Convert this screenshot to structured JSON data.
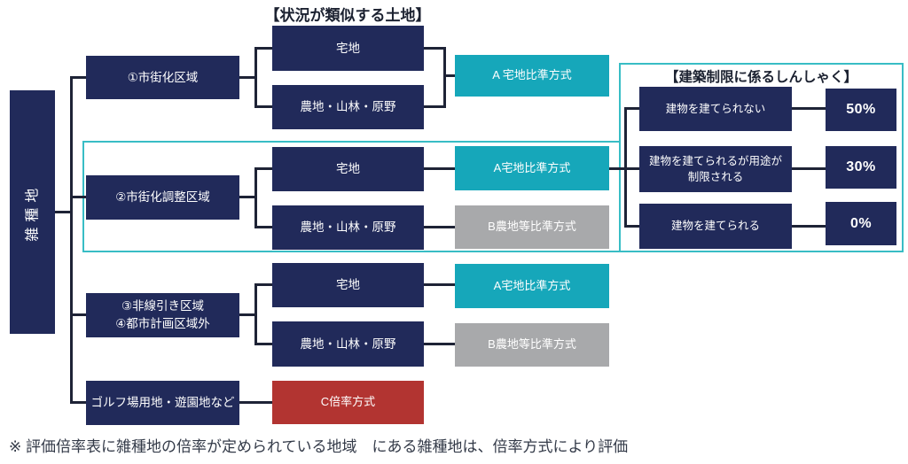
{
  "header": {
    "similar_land_title": "【状況が類似する土地】"
  },
  "root_label": "雑種地",
  "categories": {
    "c1": "①市街化区域",
    "c2": "②市街化調整区域",
    "c3_line1": "③非線引き区域",
    "c3_line2": "④都市計画区域外",
    "c4": "ゴルフ場用地・遊園地など"
  },
  "lands": {
    "takuchi": "宅地",
    "nouchi": "農地・山林・原野"
  },
  "methods": {
    "a_row1": "A 宅地比準方式",
    "a_row2": "A宅地比準方式",
    "a_row3": "A宅地比準方式",
    "b_row2": "B農地等比準方式",
    "b_row3": "B農地等比準方式",
    "c_row4": "C倍率方式"
  },
  "restriction": {
    "title": "【建築制限に係るしんしゃく】",
    "opt1": "建物を建てられない",
    "opt2_line1": "建物を建てられるが用途が",
    "opt2_line2": "制限される",
    "opt3": "建物を建てられる",
    "pct1": "50%",
    "pct2": "30%",
    "pct3": "0%"
  },
  "footer": {
    "note": "※ 評価倍率表に雑種地の倍率が定められている地域　にある雑種地は、倍率方式により評価"
  },
  "colors": {
    "navy": "#212a5a",
    "teal": "#16a7ba",
    "gray": "#a8a9ab",
    "red": "#b23431",
    "teal_frame": "#38bdc5",
    "connector": "#1e2336"
  }
}
